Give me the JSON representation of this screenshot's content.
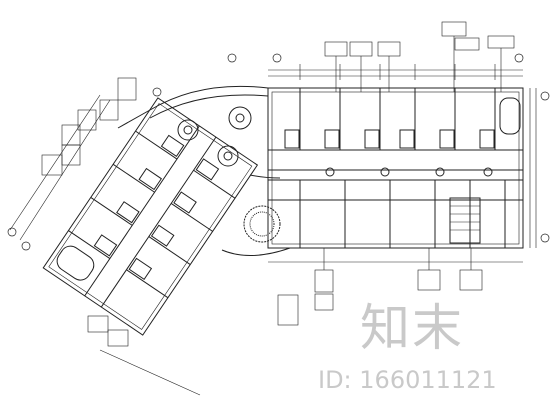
{
  "drawing": {
    "type": "architectural-floor-plan",
    "line_color": "#222222",
    "tags_top": [
      "",
      "",
      "",
      "",
      "",
      "",
      "",
      "",
      ""
    ],
    "tags_left": [
      "",
      "",
      "",
      "",
      "",
      "",
      "",
      ""
    ],
    "tags_bottom": [
      "",
      "",
      "",
      "",
      ""
    ]
  },
  "watermark": {
    "logo_text": "知末",
    "id_text": "ID: 166011121",
    "color": "#c9c9c9"
  }
}
